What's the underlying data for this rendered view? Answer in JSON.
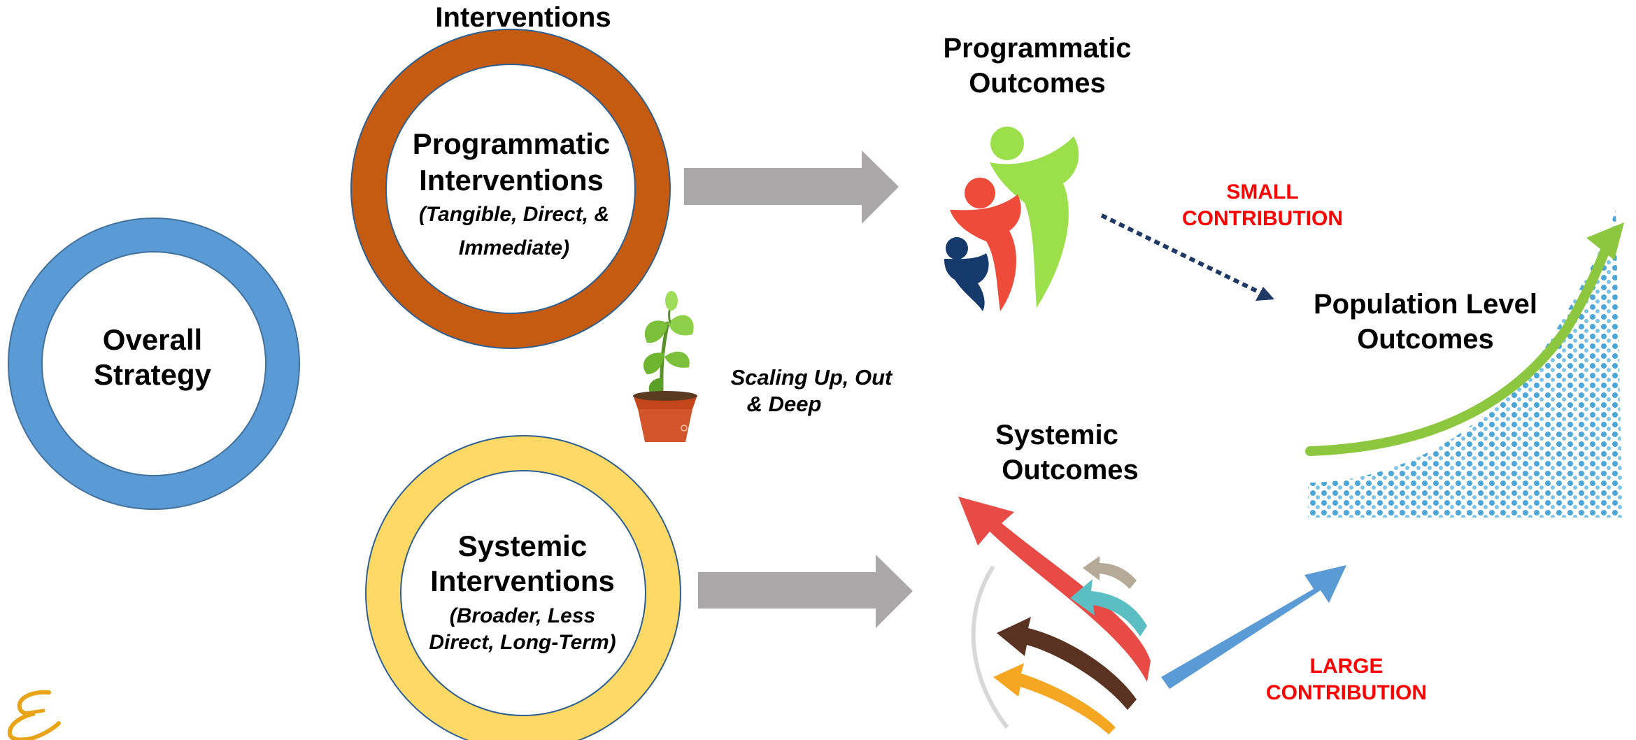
{
  "colors": {
    "blue_ring": "#5b9bd5",
    "orange_ring": "#c55a11",
    "yellow_ring": "#ffd966",
    "gray_arrow": "#aaa8a8",
    "contribution_red": "#ff0000",
    "dotted_arrow": "#1f3864",
    "large_arrow": "#5b9bd5",
    "logo": "#e8a317"
  },
  "header": {
    "interventions_label": "Interventions"
  },
  "overall_strategy": {
    "line1": "Overall",
    "line2": "Strategy"
  },
  "programmatic_interventions": {
    "line1": "Programmatic",
    "line2": "Interventions",
    "detail1": "(Tangible, Direct, &",
    "detail2": "Immediate)"
  },
  "systemic_interventions": {
    "line1": "Systemic",
    "line2": "Interventions",
    "detail1": "(Broader, Less",
    "detail2": "Direct, Long-Term)"
  },
  "scaling": {
    "line1": "Scaling Up, Out",
    "line2": "& Deep",
    "icon": "plant-pot-icon"
  },
  "programmatic_outcomes": {
    "line1": "Programmatic",
    "line2": "Outcomes",
    "icon": "people-figures-icon"
  },
  "systemic_outcomes": {
    "line1": "Systemic",
    "line2": "Outcomes",
    "icon": "swirl-arrows-icon"
  },
  "population_outcomes": {
    "line1": "Population Level",
    "line2": "Outcomes",
    "icon": "population-growth-icon"
  },
  "small_contribution": {
    "line1": "SMALL",
    "line2": "CONTRIBUTION"
  },
  "large_contribution": {
    "line1": "LARGE",
    "line2": "CONTRIBUTION"
  },
  "logo": {
    "glyph": "E",
    "icon": "brand-logo-icon"
  }
}
